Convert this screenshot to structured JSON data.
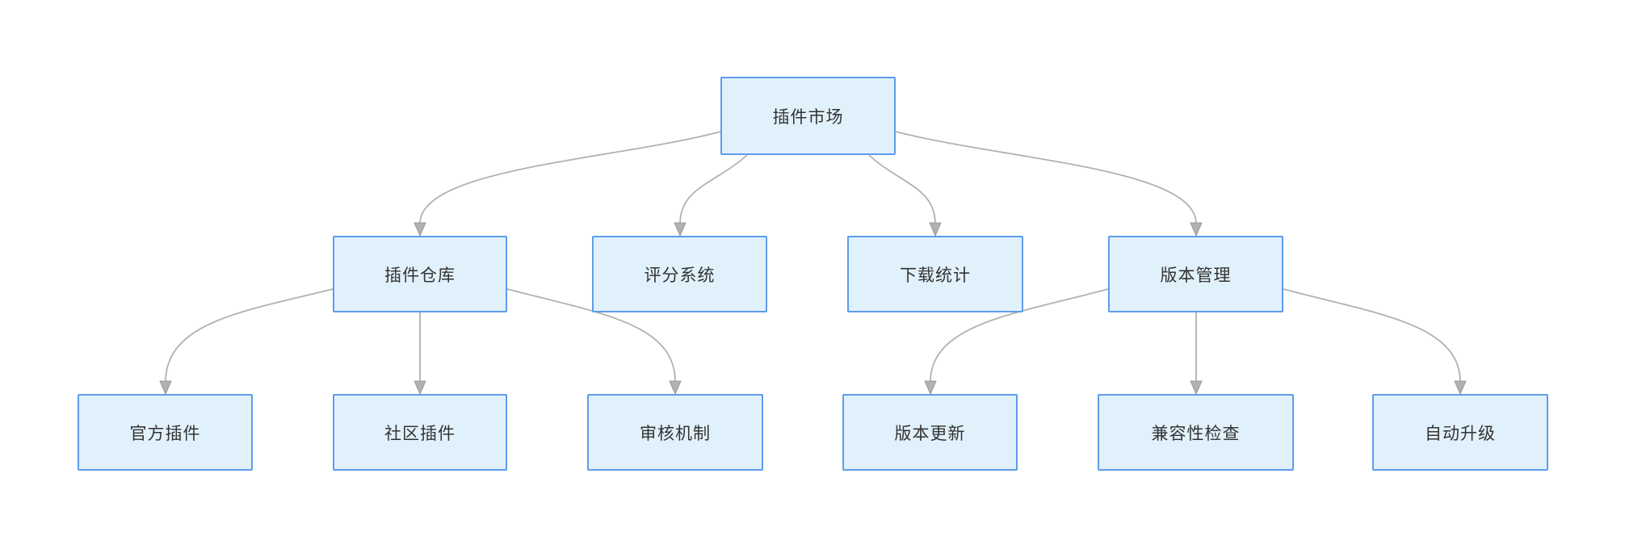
{
  "diagram": {
    "type": "flowchart-top-down",
    "background": "#ffffff",
    "colors": {
      "node_fill": "#e1f1fc",
      "node_border": "#5d9cec",
      "edge": "#b1b1b1",
      "text": "#333333"
    },
    "nodes": {
      "plugin_market": {
        "label": "插件市场"
      },
      "plugin_repo": {
        "label": "插件仓库"
      },
      "rating_system": {
        "label": "评分系统"
      },
      "download_stats": {
        "label": "下载统计"
      },
      "version_mgmt": {
        "label": "版本管理"
      },
      "official_plugins": {
        "label": "官方插件"
      },
      "community_plugins": {
        "label": "社区插件"
      },
      "review_mechanism": {
        "label": "审核机制"
      },
      "version_update": {
        "label": "版本更新"
      },
      "compat_check": {
        "label": "兼容性检查"
      },
      "auto_upgrade": {
        "label": "自动升级"
      }
    },
    "edges": [
      {
        "from": "plugin_market",
        "to": "plugin_repo"
      },
      {
        "from": "plugin_market",
        "to": "rating_system"
      },
      {
        "from": "plugin_market",
        "to": "download_stats"
      },
      {
        "from": "plugin_market",
        "to": "version_mgmt"
      },
      {
        "from": "plugin_repo",
        "to": "official_plugins"
      },
      {
        "from": "plugin_repo",
        "to": "community_plugins"
      },
      {
        "from": "plugin_repo",
        "to": "review_mechanism"
      },
      {
        "from": "version_mgmt",
        "to": "version_update"
      },
      {
        "from": "version_mgmt",
        "to": "compat_check"
      },
      {
        "from": "version_mgmt",
        "to": "auto_upgrade"
      }
    ]
  }
}
